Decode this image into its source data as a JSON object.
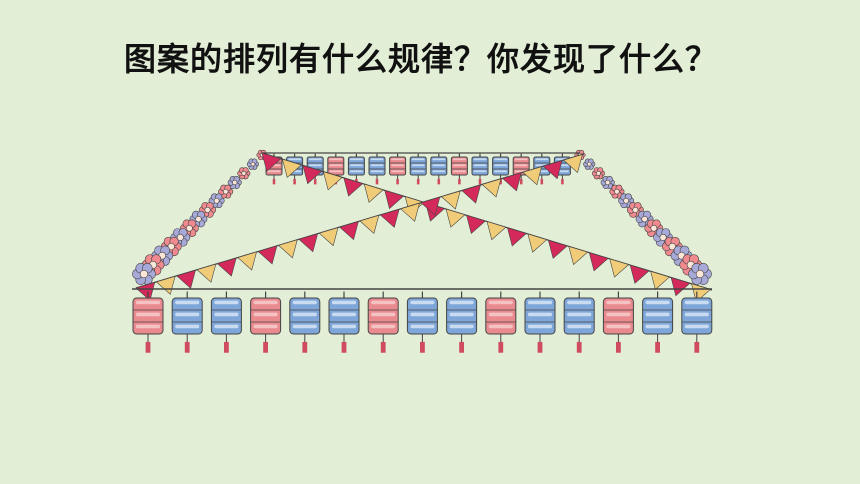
{
  "question": "图案的排列有什么规律？你发现了什么？",
  "colors": {
    "background": "#e3eed6",
    "pink": "#e98a8f",
    "pink_light": "#f5c2c4",
    "blue": "#7ea6d8",
    "blue_light": "#c9dbf1",
    "tassel": "#d04a60",
    "flag_red": "#d42a5b",
    "flag_yellow": "#f0cb78",
    "flower_pink": "#f08a8f",
    "flower_blue": "#a7a9d8",
    "line": "#444444"
  },
  "bottom_lantern_colors": [
    "pink",
    "blue",
    "blue",
    "pink",
    "blue",
    "blue",
    "pink",
    "blue",
    "blue",
    "pink",
    "blue",
    "blue",
    "pink",
    "blue",
    "blue"
  ],
  "top_lantern_colors": [
    "pink",
    "blue",
    "blue",
    "pink",
    "blue",
    "blue",
    "pink",
    "blue",
    "blue",
    "pink",
    "blue",
    "blue",
    "pink",
    "blue",
    "blue"
  ],
  "flag_colors": [
    "red",
    "yellow"
  ],
  "flower_colors": [
    "pink",
    "blue"
  ]
}
